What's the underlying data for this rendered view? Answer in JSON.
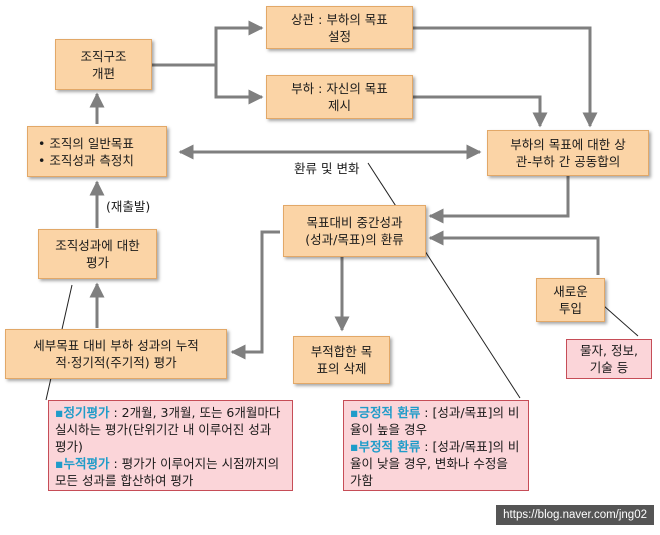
{
  "nodes": {
    "org_restructure": "조직구조\n개편",
    "superior_goal": "상관 : 부하의 목표\n설정",
    "subordinate_goal": "부하 : 자신의 목표\n제시",
    "org_goals": [
      "• 조직의 일반목표",
      "• 조직성과 측정치"
    ],
    "joint_agreement": "부하의 목표에 대한 상\n관-부하 간 공동합의",
    "interim_feedback": "목표대비 중간성과\n(성과/목표)의 환류",
    "org_performance_eval": "조직성과에 대한\n평가",
    "new_input": "새로운\n투입",
    "subordinate_eval": "세부목표 대비 부하 성과의 누적\n적·정기적(주기적) 평가",
    "remove_goal": "부적합한 목\n표의 삭제"
  },
  "labels": {
    "feedback_change": "환류 및 변화",
    "restart": "(재출발)",
    "resources": "물자, 정보,\n기술 등"
  },
  "note_left": {
    "p1_key": "▪정기평가",
    "p1_text": " : 2개월, 3개월, 또는 6개월마다 실시하는 평가(단위기간 내 이루어진 성과 평가)",
    "p2_key": "▪누적평가",
    "p2_text": " : 평가가 이루어지는 시점까지의 모든 성과를 합산하여 평가"
  },
  "note_right": {
    "p1_key": "▪긍정적 환류",
    "p1_text": " : [성과/목표]의 비율이 높을 경우",
    "p2_key": "▪부정적 환류",
    "p2_text": " : [성과/목표]의 비율이 낮을 경우, 변화나 수정을 가함"
  },
  "watermark": "https://blog.naver.com/jng02",
  "colors": {
    "box_fill": "#fbd4a6",
    "note_fill": "#fbd5d9",
    "arrow": "#7f7f7f",
    "keyword": "#1f9cc9"
  }
}
